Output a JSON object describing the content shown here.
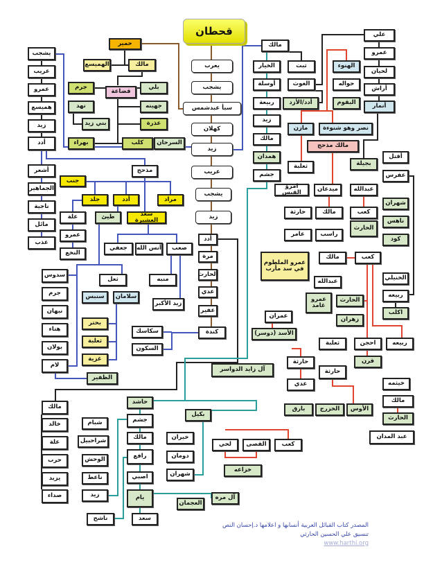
{
  "title": "قحطان",
  "nodes": [
    {
      "label": "يعرب",
      "tone": "w"
    },
    {
      "label": "يشجب",
      "tone": "w"
    },
    {
      "label": "سبأ عبدشمس",
      "tone": "w"
    },
    {
      "label": "كهلان",
      "tone": "w"
    },
    {
      "label": "زيد",
      "tone": "w"
    },
    {
      "label": "عريب",
      "tone": "w"
    },
    {
      "label": "يشجب",
      "tone": "w"
    },
    {
      "label": "زيد",
      "tone": "w"
    },
    {
      "label": "أدد",
      "tone": "w"
    },
    {
      "label": "مرة",
      "tone": "w"
    },
    {
      "label": "الحارث",
      "tone": "w"
    },
    {
      "label": "عدي",
      "tone": "w"
    },
    {
      "label": "عفير",
      "tone": "w"
    },
    {
      "label": "كندة",
      "tone": "w"
    },
    {
      "label": "يشجب",
      "tone": "w"
    },
    {
      "label": "عريب",
      "tone": "w"
    },
    {
      "label": "عمرو",
      "tone": "w"
    },
    {
      "label": "هميسع",
      "tone": "w"
    },
    {
      "label": "زيد",
      "tone": "w"
    },
    {
      "label": "أدد",
      "tone": "w"
    },
    {
      "label": "أشعر",
      "tone": "w"
    },
    {
      "label": "الجماهير",
      "tone": "w"
    },
    {
      "label": "ناجية",
      "tone": "w"
    },
    {
      "label": "مائل",
      "tone": "w"
    },
    {
      "label": "عذب",
      "tone": "w"
    },
    {
      "label": "حمير",
      "tone": "or"
    },
    {
      "label": "الهميسع",
      "tone": "ly"
    },
    {
      "label": "مالك",
      "tone": "ly"
    },
    {
      "label": "قضاعة",
      "tone": "pk"
    },
    {
      "label": "بلي",
      "tone": "lg"
    },
    {
      "label": "جرم",
      "tone": "g"
    },
    {
      "label": "نهد",
      "tone": "lg"
    },
    {
      "label": "جهينه",
      "tone": "lg"
    },
    {
      "label": "بني زيد",
      "tone": "lg"
    },
    {
      "label": "عذرة",
      "tone": "g"
    },
    {
      "label": "بهراء",
      "tone": "g"
    },
    {
      "label": "كلب",
      "tone": "g"
    },
    {
      "label": "السرحان",
      "tone": "lg"
    },
    {
      "label": "مذحج",
      "tone": "w"
    },
    {
      "label": "جنب",
      "tone": "y"
    },
    {
      "label": "جلد",
      "tone": "y"
    },
    {
      "label": "أدد",
      "tone": "y"
    },
    {
      "label": "مراد",
      "tone": "y"
    },
    {
      "label": "علة",
      "tone": "w"
    },
    {
      "label": "طيئ",
      "tone": "lg"
    },
    {
      "label": "سعد العشيرة",
      "tone": "y"
    },
    {
      "label": "عمرو",
      "tone": "w"
    },
    {
      "label": "النخع",
      "tone": "w"
    },
    {
      "label": "جعفي",
      "tone": "w"
    },
    {
      "label": "أنس الله",
      "tone": "w"
    },
    {
      "label": "صعب",
      "tone": "w"
    },
    {
      "label": "منبه",
      "tone": "w"
    },
    {
      "label": "زيد الأكبر",
      "tone": "w"
    },
    {
      "label": "سدوس",
      "tone": "w"
    },
    {
      "label": "جرم",
      "tone": "w"
    },
    {
      "label": "نيهان",
      "tone": "w"
    },
    {
      "label": "هتاء",
      "tone": "w"
    },
    {
      "label": "بولان",
      "tone": "w"
    },
    {
      "label": "لام",
      "tone": "w"
    },
    {
      "label": "ثعل",
      "tone": "w"
    },
    {
      "label": "سنبس",
      "tone": "lb"
    },
    {
      "label": "سلامان",
      "tone": "lb"
    },
    {
      "label": "بحتر",
      "tone": "ly"
    },
    {
      "label": "ثعلبة",
      "tone": "ly"
    },
    {
      "label": "غزية",
      "tone": "ly"
    },
    {
      "label": "الظفير",
      "tone": "lg"
    },
    {
      "label": "سكاسك",
      "tone": "w"
    },
    {
      "label": "السكون",
      "tone": "w"
    },
    {
      "label": "مالك",
      "tone": "w"
    },
    {
      "label": "خالد",
      "tone": "w"
    },
    {
      "label": "علة",
      "tone": "w"
    },
    {
      "label": "حرب",
      "tone": "w"
    },
    {
      "label": "يزيد",
      "tone": "w"
    },
    {
      "label": "صداء",
      "tone": "w"
    },
    {
      "label": "حاشد",
      "tone": "lg"
    },
    {
      "label": "جشم",
      "tone": "w"
    },
    {
      "label": "مالك",
      "tone": "w"
    },
    {
      "label": "رافع",
      "tone": "w"
    },
    {
      "label": "اصبي",
      "tone": "w"
    },
    {
      "label": "يام",
      "tone": "lg"
    },
    {
      "label": "سعد",
      "tone": "w"
    },
    {
      "label": "ناشح",
      "tone": "w"
    },
    {
      "label": "شبام",
      "tone": "w"
    },
    {
      "label": "شراحبيل",
      "tone": "w"
    },
    {
      "label": "الوحش",
      "tone": "w"
    },
    {
      "label": "ناعط",
      "tone": "w"
    },
    {
      "label": "زيد",
      "tone": "w"
    },
    {
      "label": "العجمان",
      "tone": "lg"
    },
    {
      "label": "بكيل",
      "tone": "lg"
    },
    {
      "label": "خيران",
      "tone": "w"
    },
    {
      "label": "دومان",
      "tone": "w"
    },
    {
      "label": "شهران",
      "tone": "w"
    },
    {
      "label": "آل مره",
      "tone": "lg"
    },
    {
      "label": "مالك",
      "tone": "w"
    },
    {
      "label": "الخيار",
      "tone": "w"
    },
    {
      "label": "ثبت",
      "tone": "w"
    },
    {
      "label": "أوسلة",
      "tone": "w"
    },
    {
      "label": "الغوث",
      "tone": "w"
    },
    {
      "label": "ربيعة",
      "tone": "w"
    },
    {
      "label": "أدد/الأزد",
      "tone": "lg"
    },
    {
      "label": "زيد",
      "tone": "w"
    },
    {
      "label": "مالك",
      "tone": "w"
    },
    {
      "label": "همدان",
      "tone": "lg"
    },
    {
      "label": "جشم",
      "tone": "w"
    },
    {
      "label": "الهنوء",
      "tone": "lb"
    },
    {
      "label": "حواله",
      "tone": "w"
    },
    {
      "label": "البقوم",
      "tone": "lg"
    },
    {
      "label": "علي",
      "tone": "w"
    },
    {
      "label": "عمرو",
      "tone": "w"
    },
    {
      "label": "لحيان",
      "tone": "w"
    },
    {
      "label": "أراش",
      "tone": "w"
    },
    {
      "label": "أنمار",
      "tone": "lb"
    },
    {
      "label": "نصر وهو شنوءة",
      "tone": "lb"
    },
    {
      "label": "مازن",
      "tone": "lb"
    },
    {
      "label": "مالك مذحج",
      "tone": "sa"
    },
    {
      "label": "ثعلبة",
      "tone": "w"
    },
    {
      "label": "بجيلة",
      "tone": "lg"
    },
    {
      "label": "أقتل",
      "tone": "w"
    },
    {
      "label": "عفرس",
      "tone": "w"
    },
    {
      "label": "امرؤ القيس",
      "tone": "w"
    },
    {
      "label": "ميدعان",
      "tone": "w"
    },
    {
      "label": "عبدالله",
      "tone": "w"
    },
    {
      "label": "حارثة",
      "tone": "w"
    },
    {
      "label": "مالك",
      "tone": "w"
    },
    {
      "label": "كعب",
      "tone": "w"
    },
    {
      "label": "عامر",
      "tone": "w"
    },
    {
      "label": "راسب",
      "tone": "w"
    },
    {
      "label": "الحارث",
      "tone": "lg"
    },
    {
      "label": "شهران",
      "tone": "lg"
    },
    {
      "label": "ناهس",
      "tone": "lg"
    },
    {
      "label": "كود",
      "tone": "lg"
    },
    {
      "label": "عمرو الملطوم في سد مأرب",
      "tone": "ly"
    },
    {
      "label": "مالك",
      "tone": "w"
    },
    {
      "label": "كعب",
      "tone": "w"
    },
    {
      "label": "الخنيلي",
      "tone": "w"
    },
    {
      "label": "ربيعه",
      "tone": "w"
    },
    {
      "label": "اكلب",
      "tone": "lg"
    },
    {
      "label": "عبدالله",
      "tone": "w"
    },
    {
      "label": "عمرو غامد",
      "tone": "lg"
    },
    {
      "label": "الحارث",
      "tone": "lg"
    },
    {
      "label": "زهران",
      "tone": "lg"
    },
    {
      "label": "عمران",
      "tone": "w"
    },
    {
      "label": "الأسد (دوسر)",
      "tone": "lg"
    },
    {
      "label": "ثعلبة",
      "tone": "w"
    },
    {
      "label": "احجن",
      "tone": "w"
    },
    {
      "label": "ربيعه",
      "tone": "w"
    },
    {
      "label": "قرن",
      "tone": "lg"
    },
    {
      "label": "حارثة",
      "tone": "w"
    },
    {
      "label": "حارثة",
      "tone": "w"
    },
    {
      "label": "آل زايد الدواسر",
      "tone": "lg"
    },
    {
      "label": "عدي",
      "tone": "w"
    },
    {
      "label": "خيثمه",
      "tone": "w"
    },
    {
      "label": "بارق",
      "tone": "lg"
    },
    {
      "label": "الخزرج",
      "tone": "lg"
    },
    {
      "label": "الأوس",
      "tone": "lg"
    },
    {
      "label": "مالك",
      "tone": "w"
    },
    {
      "label": "الحارث",
      "tone": "lg"
    },
    {
      "label": "عبد المدان",
      "tone": "w"
    },
    {
      "label": "كعب",
      "tone": "w"
    },
    {
      "label": "القصى",
      "tone": "w"
    },
    {
      "label": "لحي",
      "tone": "w"
    },
    {
      "label": "خزاعه",
      "tone": "lg"
    }
  ],
  "footer": {
    "source": "المصدر كتاب القبائل العربية أنسابها و اعلامها د.إحسان النص",
    "credit": "تنسيق علي الحسين الحارثي",
    "website": "www.harthi.org"
  },
  "colors": {
    "brown": "#8b5a2b",
    "blue": "#4455bb",
    "red": "#e2452f",
    "teal": "#2a9d9d",
    "black": "#222222"
  }
}
